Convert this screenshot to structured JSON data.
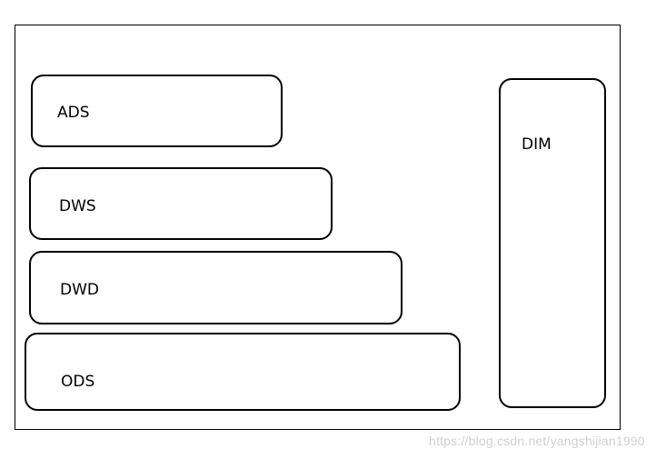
{
  "diagram": {
    "layers": [
      {
        "id": "ads",
        "label": "ADS"
      },
      {
        "id": "dws",
        "label": "DWS"
      },
      {
        "id": "dwd",
        "label": "DWD"
      },
      {
        "id": "ods",
        "label": "ODS"
      }
    ],
    "dimension": {
      "label": "DIM"
    }
  },
  "watermark": "https://blog.csdn.net/yangshijian1990",
  "colors": {
    "stroke": "#000000",
    "background": "#ffffff",
    "watermark": "#d0d0d0"
  }
}
